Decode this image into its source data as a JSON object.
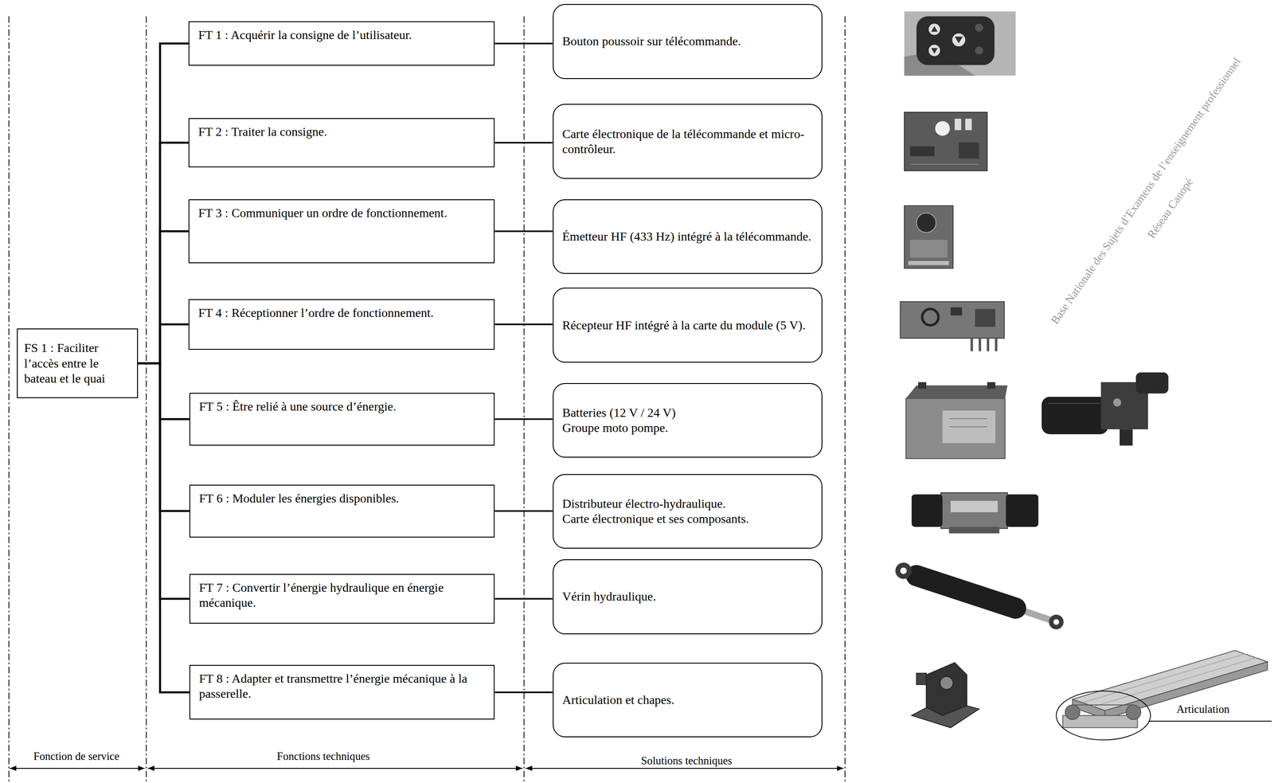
{
  "diagram": {
    "nodes": [
      {
        "text": [
          "FS 1 : Faciliter l’accès entre le bateau et le quai"
        ]
      },
      {
        "text": [
          "FT 1 : Acquérir la consigne de l’utilisateur."
        ]
      },
      {
        "text": [
          "FT 2 : Traiter la consigne."
        ]
      },
      {
        "text": [
          "FT 3 : Communiquer un ordre de fonctionnement."
        ]
      },
      {
        "text": [
          "FT 4 : Réceptionner l’ordre de fonctionnement."
        ]
      },
      {
        "text": [
          "FT 5 : Être relié à une source d’énergie."
        ]
      },
      {
        "text": [
          "FT 6 : Moduler les énergies disponibles."
        ]
      },
      {
        "text": [
          "FT 7 : Convertir l’énergie hydraulique en énergie mécanique."
        ]
      },
      {
        "text": [
          "FT 8 : Adapter et transmettre l’énergie mécanique à la passerelle."
        ]
      },
      {
        "text": [
          "Bouton poussoir sur télécommande."
        ]
      },
      {
        "text": [
          "Carte électronique de la télécommande et micro-contrôleur."
        ]
      },
      {
        "text": [
          "Émetteur HF (433 Hz) intégré à la télécommande."
        ]
      },
      {
        "text": [
          "Récepteur HF intégré à la carte du module (5 V)."
        ]
      },
      {
        "text": [
          "Batteries (12 V / 24 V)",
          "Groupe moto pompe."
        ]
      },
      {
        "text": [
          "Distributeur électro-hydraulique.",
          "Carte électronique et ses composants."
        ]
      },
      {
        "text": [
          "Vérin hydraulique."
        ]
      },
      {
        "text": [
          "Articulation et chapes."
        ]
      }
    ],
    "edges": [
      {
        "from": 0,
        "to": 1,
        "arrow": "none"
      },
      {
        "from": 0,
        "to": 2,
        "arrow": "none"
      },
      {
        "from": 0,
        "to": 3,
        "arrow": "none"
      },
      {
        "from": 0,
        "to": 4,
        "arrow": "none"
      },
      {
        "from": 0,
        "to": 5,
        "arrow": "none"
      },
      {
        "from": 0,
        "to": 6,
        "arrow": "none"
      },
      {
        "from": 0,
        "to": 7,
        "arrow": "none"
      },
      {
        "from": 0,
        "to": 8,
        "arrow": "none"
      },
      {
        "from": 1,
        "to": 9,
        "arrow": "none"
      },
      {
        "from": 2,
        "to": 10,
        "arrow": "none"
      },
      {
        "from": 3,
        "to": 11,
        "arrow": "none"
      },
      {
        "from": 4,
        "to": 12,
        "arrow": "none"
      },
      {
        "from": 5,
        "to": 13,
        "arrow": "none"
      },
      {
        "from": 6,
        "to": 14,
        "arrow": "none"
      },
      {
        "from": 7,
        "to": 15,
        "arrow": "none"
      },
      {
        "from": 8,
        "to": 16,
        "arrow": "none"
      }
    ],
    "labels": [
      "Fonction de service",
      "Fonctions techniques",
      "Solutions techniques",
      "Articulation",
      "Base Nationale des Sujets d’Examens de l’enseignement professionnel",
      "Réseau Canopé"
    ]
  }
}
